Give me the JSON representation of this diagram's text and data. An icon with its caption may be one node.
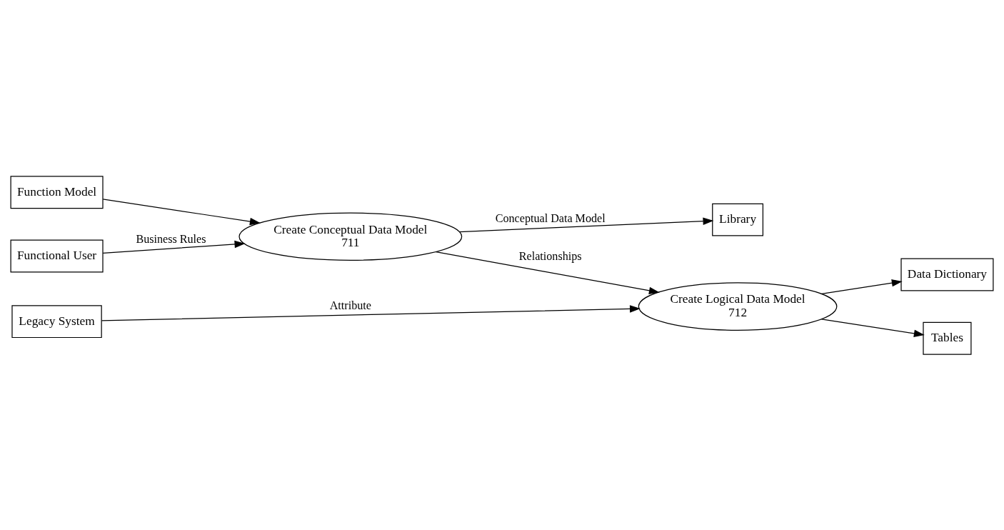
{
  "diagram": {
    "nodes": [
      {
        "text": [
          "Functional User"
        ]
      },
      {
        "text": [
          "Library"
        ]
      },
      {
        "text": [
          "Function Model"
        ]
      },
      {
        "text": [
          "Create Conceptual Data Model",
          "711"
        ]
      },
      {
        "text": [
          "Legacy System"
        ]
      },
      {
        "text": [
          "Create Logical Data Model",
          "712"
        ]
      },
      {
        "text": [
          "Data Dictionary"
        ]
      },
      {
        "text": [
          "Tables"
        ]
      }
    ],
    "edges": [
      {
        "from": 0,
        "to": 3,
        "arrow": "to",
        "label": "Business Rules"
      },
      {
        "from": 3,
        "to": 1,
        "arrow": "to",
        "label": "Conceptual Data Model"
      },
      {
        "from": 2,
        "to": 3,
        "arrow": "to"
      },
      {
        "from": 3,
        "to": 5,
        "arrow": "to",
        "label": "Relationships"
      },
      {
        "from": 4,
        "to": 5,
        "arrow": "to",
        "label": "Attribute"
      },
      {
        "from": 5,
        "to": 6,
        "arrow": "to"
      },
      {
        "from": 5,
        "to": 7,
        "arrow": "to"
      }
    ]
  }
}
